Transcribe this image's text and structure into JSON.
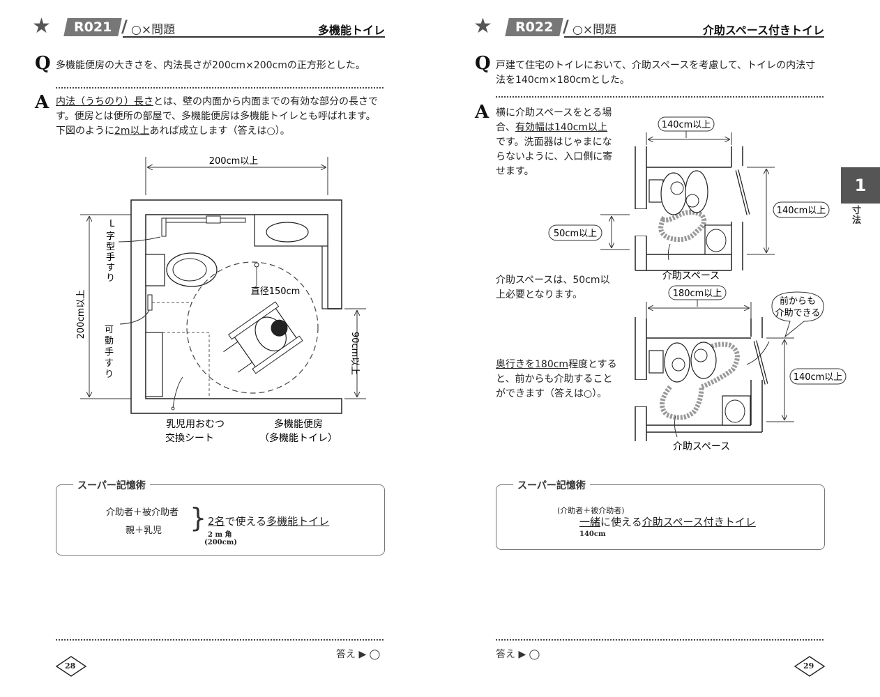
{
  "left_page": {
    "header": {
      "star": "★",
      "code": "R021",
      "type": "○×問題",
      "topic": "多機能トイレ"
    },
    "question": {
      "letter": "Q",
      "text": "多機能便房の大きさを、内法長さが200cm×200cmの正方形とした。"
    },
    "answer": {
      "letter": "A",
      "line1_u": "内法（うちのり）長さ",
      "line1_rest": "とは、壁の内面から内面までの有効な部分の長さで",
      "line2": "す。便房とは便所の部屋で、多機能便房は多機能トイレとも呼ばれます。",
      "line3_pre": "下図のように",
      "line3_u": "2m以上",
      "line3_post": "あれば成立します（答えは○）。"
    },
    "diagram": {
      "width_label": "200cm以上",
      "height_label": "200cm以上",
      "handrail_l": "L字型手すり",
      "handrail_movable": "可動手すり",
      "diameter": "直径150cm",
      "door_width": "90cm以上",
      "diaper_line1": "乳児用おむつ",
      "diaper_line2": "交換シート",
      "room_line1": "多機能便房",
      "room_line2": "（多機能トイレ）"
    },
    "memo": {
      "title": "スーパー記憶術",
      "row1": "介助者＋被介助者",
      "row2": "親＋乳児",
      "phrase_pre": "2名",
      "phrase_mid": "で使える",
      "phrase_u": "多機能トイレ",
      "sub1": "2 m 角",
      "sub2": "(200cm)"
    },
    "footer": {
      "answer_label": "答え ▶ ◯",
      "page": "28"
    }
  },
  "right_page": {
    "header": {
      "star": "★",
      "code": "R022",
      "type": "○×問題",
      "topic": "介助スペース付きトイレ"
    },
    "question": {
      "letter": "Q",
      "line1": "戸建て住宅のトイレにおいて、介助スペースを考慮して、トイレの内法寸",
      "line2": "法を140cm×180cmとした。"
    },
    "answer": {
      "letter": "A",
      "p1_line1": "横に介助スペースをとる場",
      "p1_line2_pre": "合、",
      "p1_line2_u": "有効幅は140cm以上",
      "p1_line3": "です。洗面器はじゃまにな",
      "p1_line4": "らないように、入口側に寄",
      "p1_line5": "せます。",
      "p2_line1": "介助スペースは、50cm以",
      "p2_line2": "上必要となります。",
      "p3_line1_u": "奥行きを180cm",
      "p3_line1_rest": "程度とする",
      "p3_line2": "と、前からも介助すること",
      "p3_line3": "ができます（答えは○）。"
    },
    "diagram_top": {
      "width_label": "140cm以上",
      "depth_label": "140cm以上",
      "space_label": "50cm以上",
      "assist_space": "介助スペース"
    },
    "diagram_bottom": {
      "width_label": "180cm以上",
      "depth_label": "140cm以上",
      "callout_line1": "前からも",
      "callout_line2": "介助できる",
      "assist_space": "介助スペース"
    },
    "memo": {
      "title": "スーパー記憶術",
      "note": "(介助者＋被介助者)",
      "phrase_u1": "一緒",
      "phrase_mid": "に使える",
      "phrase_u2": "介助スペース付きトイレ",
      "sub": "140cm"
    },
    "footer": {
      "answer_label": "答え ▶ ◯",
      "page": "29"
    },
    "chapter_tab": {
      "number": "1",
      "label": "寸法"
    }
  }
}
